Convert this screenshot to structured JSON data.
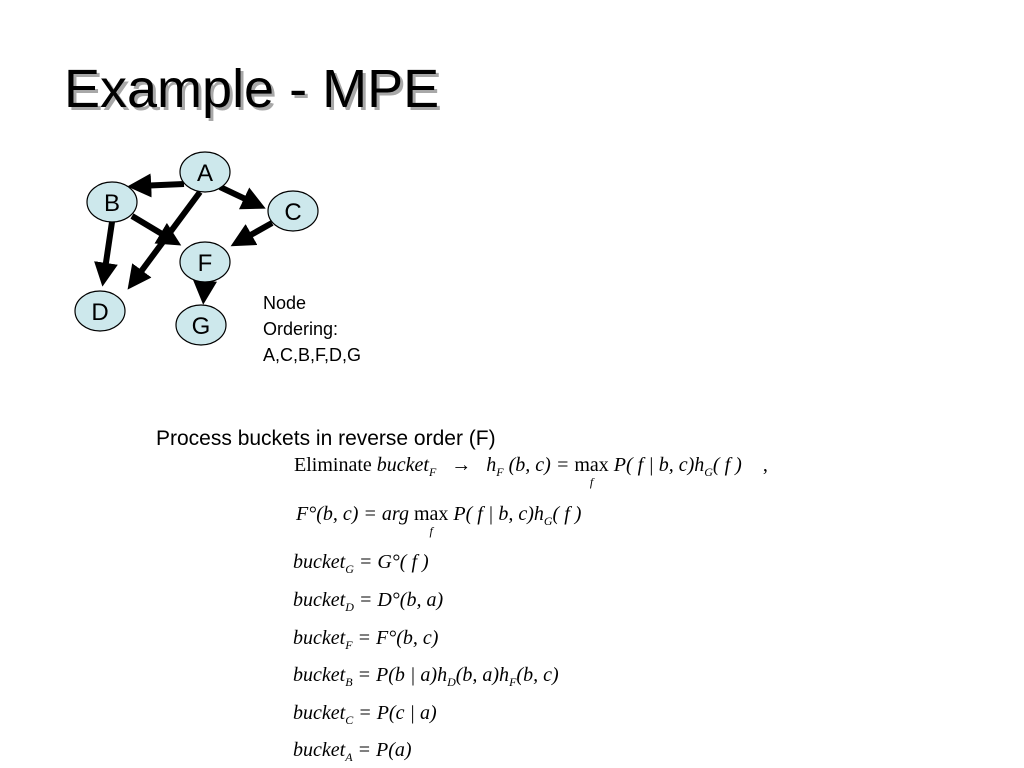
{
  "slide": {
    "title": "Example - MPE"
  },
  "graph": {
    "nodes": [
      {
        "id": "A",
        "label": "A"
      },
      {
        "id": "B",
        "label": "B"
      },
      {
        "id": "C",
        "label": "C"
      },
      {
        "id": "F",
        "label": "F"
      },
      {
        "id": "D",
        "label": "D"
      },
      {
        "id": "G",
        "label": "G"
      }
    ],
    "edges": [
      {
        "from": "A",
        "to": "B"
      },
      {
        "from": "A",
        "to": "C"
      },
      {
        "from": "A",
        "to": "D"
      },
      {
        "from": "B",
        "to": "F"
      },
      {
        "from": "B",
        "to": "D"
      },
      {
        "from": "C",
        "to": "F"
      },
      {
        "from": "F",
        "to": "G"
      }
    ],
    "node_fill": "#cde8ec",
    "edge_color": "#000000"
  },
  "ordering": {
    "line1": "Node",
    "line2": "Ordering:",
    "line3": "A,C,B,F,D,G"
  },
  "process": {
    "text": "Process buckets in reverse order (F)"
  },
  "equations": {
    "eliminate": {
      "prefix": "Eliminate",
      "bucket": "bucket",
      "bucket_sub": "F",
      "arrow": "→",
      "h": "h",
      "h_sub": "F",
      "args": "(b, c) =",
      "max": "max",
      "max_under": "f",
      "rhs": "P( f | b, c)h",
      "rhs_sub": "G",
      "rhs_end": "( f )",
      "trailing": ","
    },
    "argmax": {
      "lhs": "F°(b, c) = arg",
      "max": "max",
      "max_under": "f",
      "rhs": "P( f | b, c)h",
      "rhs_sub": "G",
      "rhs_end": "( f )"
    },
    "buckets": [
      {
        "name": "bucket",
        "sub": "G",
        "rhs": "= G°( f )"
      },
      {
        "name": "bucket",
        "sub": "D",
        "rhs": "= D°(b, a)"
      },
      {
        "name": "bucket",
        "sub": "F",
        "rhs": "=  F°(b, c)"
      },
      {
        "name": "bucket",
        "sub": "B",
        "rhs": "= P(b | a)h",
        "rhs_sub": "D",
        "rhs_mid": "(b, a)h",
        "rhs_sub2": "F",
        "rhs_end": "(b, c)"
      },
      {
        "name": "bucket",
        "sub": "C",
        "rhs": "= P(c | a)"
      },
      {
        "name": "bucket",
        "sub": "A",
        "rhs": "= P(a)"
      }
    ]
  }
}
